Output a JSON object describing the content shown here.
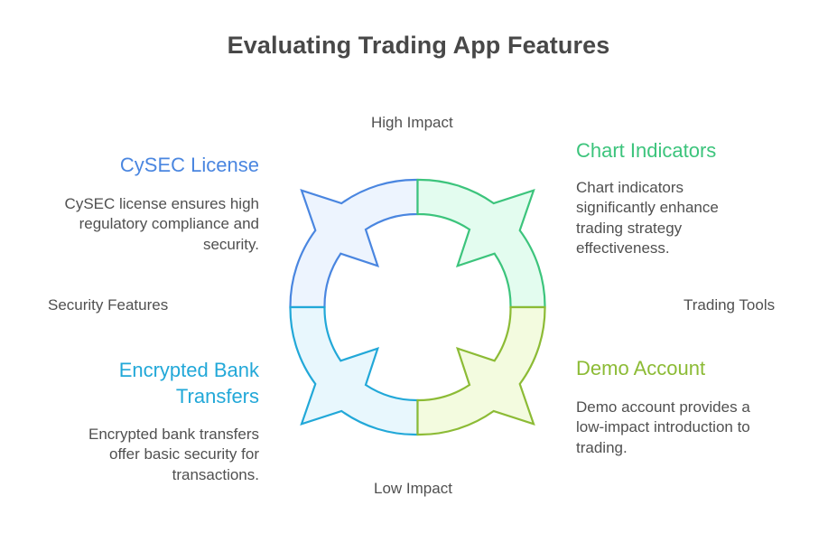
{
  "title": "Evaluating Trading App Features",
  "axes": {
    "top": "High Impact",
    "bottom": "Low Impact",
    "left": "Security Features",
    "right": "Trading Tools"
  },
  "quadrants": [
    {
      "position": "top-left",
      "heading": "CySEC License",
      "description_lines": [
        "CySEC license ensures high",
        "regulatory compliance and",
        "security."
      ],
      "stroke": "#4a86e0",
      "fill": "#edf4fe"
    },
    {
      "position": "top-right",
      "heading": "Chart Indicators",
      "description_lines": [
        "Chart indicators",
        "significantly enhance",
        "trading strategy",
        "effectiveness."
      ],
      "stroke": "#3cc47c",
      "fill": "#e3fcef"
    },
    {
      "position": "bottom-left",
      "heading_lines": [
        "Encrypted Bank",
        "Transfers"
      ],
      "description_lines": [
        "Encrypted bank transfers",
        "offer basic security for",
        "transactions."
      ],
      "stroke": "#22a8d8",
      "fill": "#e8f7fd"
    },
    {
      "position": "bottom-right",
      "heading": "Demo Account",
      "description_lines": [
        "Demo account provides a",
        "low-impact introduction to",
        "trading."
      ],
      "stroke": "#8cbb35",
      "fill": "#f3fbdf"
    }
  ],
  "colors": {
    "title": "#484848",
    "body_text": "#505050",
    "background": "#ffffff"
  }
}
